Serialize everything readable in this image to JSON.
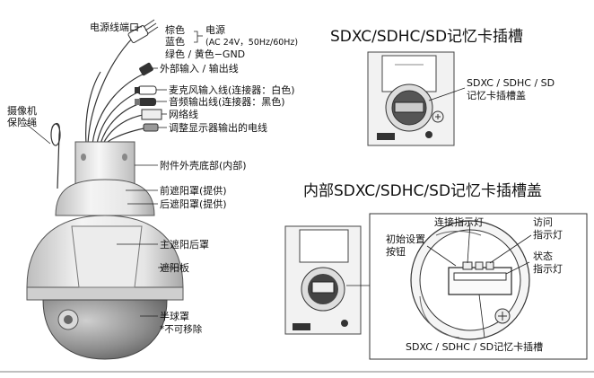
{
  "camera_labels": {
    "power_port": "电源线端口",
    "brown": "棕色",
    "blue": "蓝色",
    "power": "电源",
    "power_spec": "(AC 24V，50Hz/60Hz)",
    "green_yellow_gnd": "绿色 / 黄色−GND",
    "ext_io": "外部输入 / 输出线",
    "mic_in": "麦克风输入线(连接器：白色)",
    "audio_out": "音频输出线(连接器：黑色)",
    "network": "网络线",
    "monitor_out": "调整显示器输出的电线",
    "safety_wire_1": "摄像机",
    "safety_wire_2": "保险绳",
    "housing_base": "附件外壳底部(内部)",
    "front_sunshield": "前遮阳罩(提供)",
    "rear_sunshield": "后遮阳罩(提供)",
    "main_rear_sunshield": "主遮阳后罩",
    "sunshade": "遮阳板",
    "dome_cover": "半球罩",
    "not_removable": "*不可移除"
  },
  "sd_slot": {
    "title": "SDXC/SDHC/SD记忆卡插槽",
    "cover_label_1": "SDXC / SDHC / SD",
    "cover_label_2": "记忆卡插槽盖"
  },
  "sd_inside": {
    "title": "内部SDXC/SDHC/SD记忆卡插槽盖",
    "link_led": "连接指示灯",
    "access_led_1": "访问",
    "access_led_2": "指示灯",
    "init_btn_1": "初始设置",
    "init_btn_2": "按钮",
    "status_led_1": "状态",
    "status_led_2": "指示灯",
    "slot": "SDXC / SDHC / SD记忆卡插槽"
  }
}
